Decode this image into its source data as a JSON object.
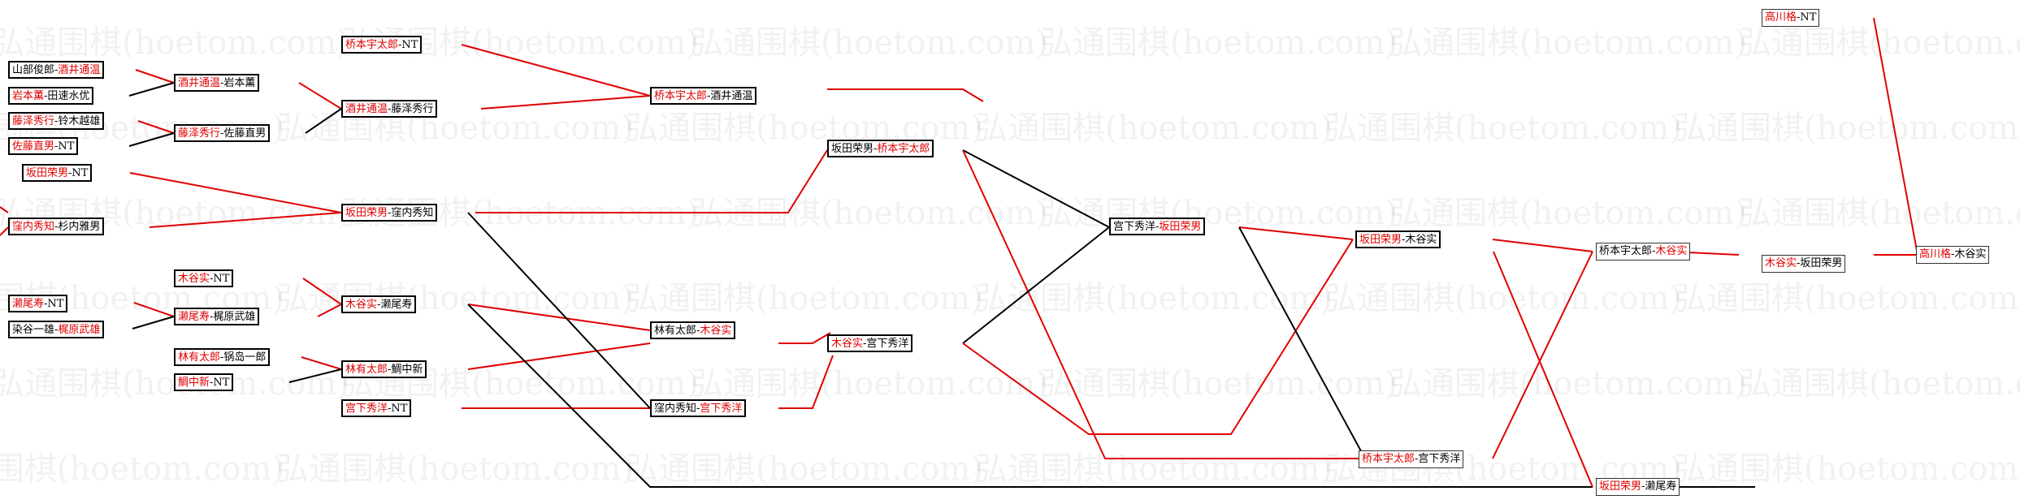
{
  "watermark": "弘通围棋(hoetom.com)",
  "colors": {
    "win": "#e00000",
    "loss": "#000000"
  },
  "nodes": {
    "c1": [
      {
        "t": "山部俊郎-"
      },
      {
        "t": "酒井通温",
        "r": true
      }
    ],
    "c2": [
      {
        "t": "岩本薫",
        "r": true
      },
      {
        "t": "-田速水优"
      }
    ],
    "c3": [
      {
        "t": "藤泽秀行",
        "r": true
      },
      {
        "t": "-铃木越雄"
      }
    ],
    "c4": [
      {
        "t": "佐藤直男",
        "r": true
      },
      {
        "t": "-NT"
      }
    ],
    "c5": [
      {
        "t": "坂田荣男",
        "r": true
      },
      {
        "t": "-NT"
      }
    ],
    "c6": [
      {
        "t": "窪内秀知",
        "r": true
      },
      {
        "t": "-杉内雅男"
      }
    ],
    "c7": [
      {
        "t": "濑尾寿",
        "r": true
      },
      {
        "t": "-NT"
      }
    ],
    "c8": [
      {
        "t": "染谷一雄-"
      },
      {
        "t": "梶原武雄",
        "r": true
      }
    ],
    "d1": [
      {
        "t": "酒井通温",
        "r": true
      },
      {
        "t": "-岩本薫"
      }
    ],
    "d2": [
      {
        "t": "藤泽秀行",
        "r": true
      },
      {
        "t": "-佐藤直男"
      }
    ],
    "d3": [
      {
        "t": "木谷实",
        "r": true
      },
      {
        "t": "-NT"
      }
    ],
    "d4": [
      {
        "t": "濑尾寿",
        "r": true
      },
      {
        "t": "-梶原武雄"
      }
    ],
    "d5": [
      {
        "t": "林有太郎",
        "r": true
      },
      {
        "t": "-锅岛一郎"
      }
    ],
    "d6": [
      {
        "t": "鯛中新",
        "r": true
      },
      {
        "t": "-NT"
      }
    ],
    "e1": [
      {
        "t": "桥本宇太郎",
        "r": true
      },
      {
        "t": "-NT"
      }
    ],
    "e2": [
      {
        "t": "酒井通温",
        "r": true
      },
      {
        "t": "-藤泽秀行"
      }
    ],
    "e3": [
      {
        "t": "坂田荣男",
        "r": true
      },
      {
        "t": "-窪内秀知"
      }
    ],
    "e4": [
      {
        "t": "木谷实",
        "r": true
      },
      {
        "t": "-濑尾寿"
      }
    ],
    "e5": [
      {
        "t": "林有太郎",
        "r": true
      },
      {
        "t": "-鯛中新"
      }
    ],
    "e6": [
      {
        "t": "宫下秀洋",
        "r": true
      },
      {
        "t": "-NT"
      }
    ],
    "f1": [
      {
        "t": "桥本宇太郎",
        "r": true
      },
      {
        "t": "-酒井通温"
      }
    ],
    "f2": [
      {
        "t": "林有太郎-"
      },
      {
        "t": "木谷实",
        "r": true
      }
    ],
    "f3": [
      {
        "t": "窪内秀知-"
      },
      {
        "t": "宫下秀洋",
        "r": true
      }
    ],
    "g1": [
      {
        "t": "坂田荣男-"
      },
      {
        "t": "桥本宇太郎",
        "r": true
      }
    ],
    "g2": [
      {
        "t": "木谷实",
        "r": true
      },
      {
        "t": "-宫下秀洋"
      }
    ],
    "h1": [
      {
        "t": "宫下秀洋-"
      },
      {
        "t": "坂田荣男",
        "r": true
      }
    ],
    "i1": [
      {
        "t": "坂田荣男",
        "r": true
      },
      {
        "t": "-木谷实"
      }
    ],
    "i2": [
      {
        "t": "桥本宇太郎",
        "r": true
      },
      {
        "t": "-宫下秀洋"
      }
    ],
    "j1": [
      {
        "t": "桥本宇太郎-"
      },
      {
        "t": "木谷实",
        "r": true
      }
    ],
    "j2": [
      {
        "t": "坂田荣男",
        "r": true
      },
      {
        "t": "-濑尾寿"
      }
    ],
    "k1": [
      {
        "t": "木谷实",
        "r": true
      },
      {
        "t": "-坂田荣男"
      }
    ],
    "k2": [
      {
        "t": "高川格",
        "r": true
      },
      {
        "t": "-NT"
      }
    ],
    "l1": [
      {
        "t": "高川格",
        "r": true
      },
      {
        "t": "-木谷实"
      }
    ]
  }
}
